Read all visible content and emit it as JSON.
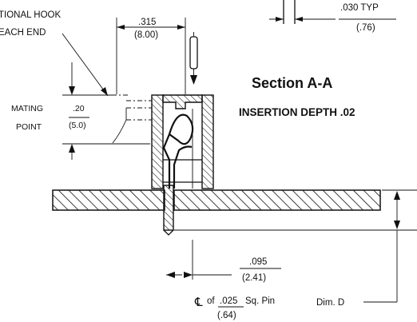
{
  "labels": {
    "hook_line1": "TIONAL HOOK",
    "hook_line2": "EACH END",
    "dim_315_in": ".315",
    "dim_315_mm": "(8.00)",
    "dim_030_in": ".030 TYP",
    "dim_030_mm": "(.76)",
    "section_title": "Section A-A",
    "insertion_depth": "INSERTION DEPTH .02",
    "mating_line1": "MATING",
    "mating_line2": "POINT",
    "dim_20_in": ".20",
    "dim_20_mm": "(5.0)",
    "dim_095_in": ".095",
    "dim_095_mm": "(2.41)",
    "centerline_symbol": "℄",
    "centerline_prefix": "of",
    "pin_size": ".025",
    "pin_suffix": "Sq. Pin",
    "pin_mm": "(.64)",
    "dim_d": "Dim. D"
  }
}
